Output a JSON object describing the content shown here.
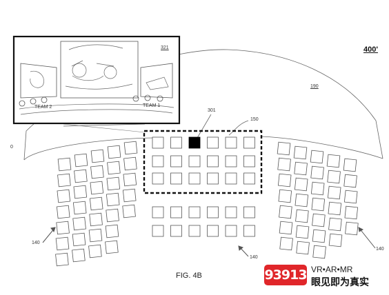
{
  "figure": {
    "id": "400'",
    "caption": "FIG. 4B"
  },
  "labels": {
    "screen": "190",
    "selected_seat": "301",
    "selection_frame": "150",
    "inset": "321",
    "seat_group_left": "140",
    "seat_group_middle": "140",
    "seat_group_right": "140",
    "edge_fragment": "0"
  },
  "inset": {
    "team_left": "TEAM 2",
    "team_right": "TEAM 1"
  },
  "watermark": {
    "logo": "93913",
    "line1": "VR•AR•MR",
    "line2": "眼见即为真实"
  },
  "colors": {
    "line": "#555555",
    "selected_seat": "#000000",
    "watermark_red": "#e0262a"
  }
}
